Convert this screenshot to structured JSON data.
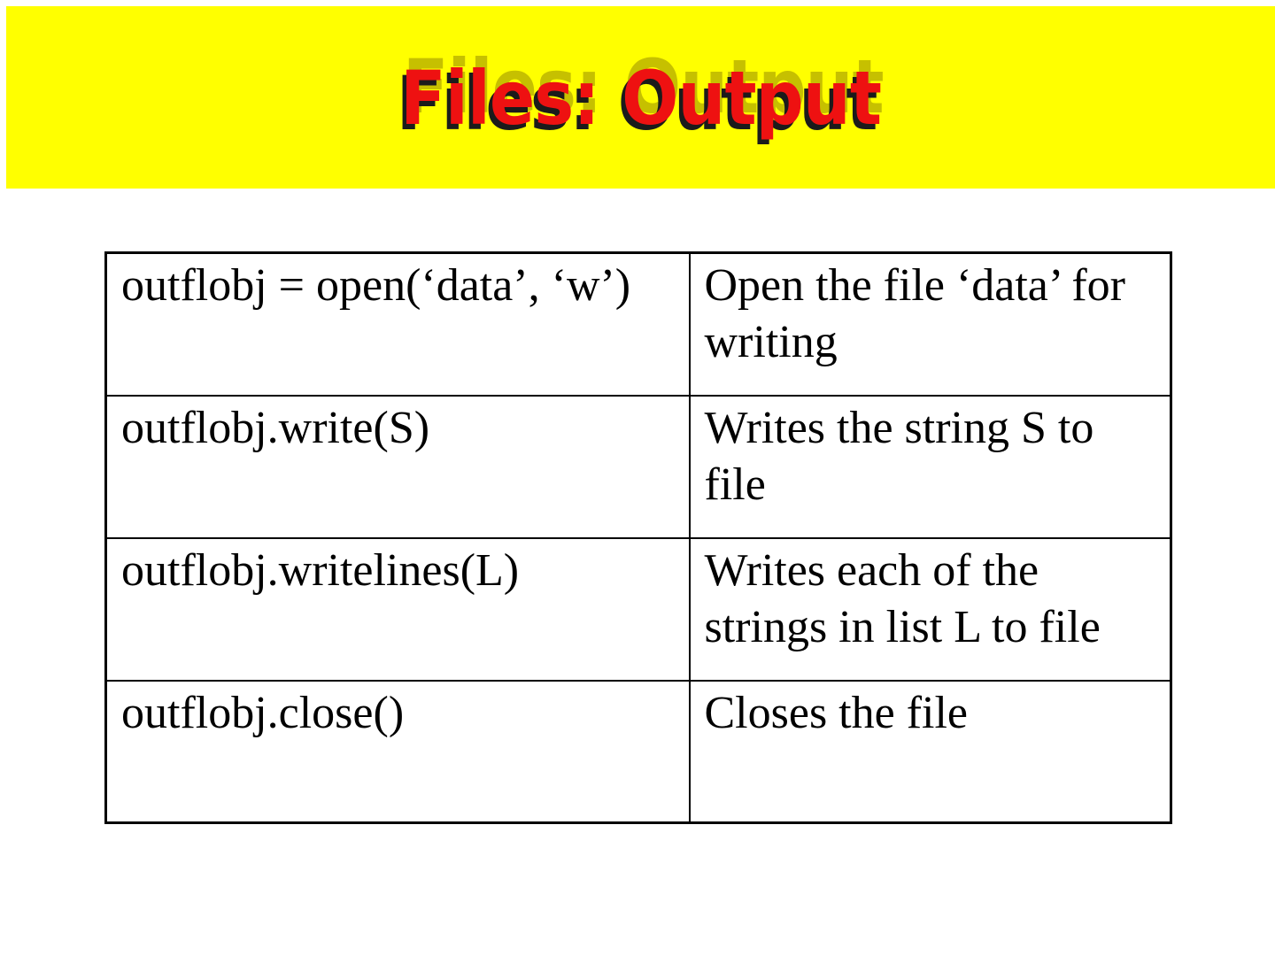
{
  "slide": {
    "title": "Files: Output",
    "colors": {
      "banner_background": "#ffff00",
      "title_text": "#ee1111",
      "title_shadow": "#1b1b1b",
      "table_border": "#000000",
      "table_text": "#000000",
      "page_background": "#ffffff"
    },
    "table": {
      "rows": [
        {
          "code": "outflobj = open(‘data’, ‘w’)",
          "desc": "Open the file ‘data’ for writing"
        },
        {
          "code": "outflobj.write(S)",
          "desc": "Writes the string S to file"
        },
        {
          "code": "outflobj.writelines(L)",
          "desc": "Writes each of the strings in list L to file"
        },
        {
          "code": "outflobj.close()",
          "desc": "Closes the file"
        }
      ]
    }
  }
}
